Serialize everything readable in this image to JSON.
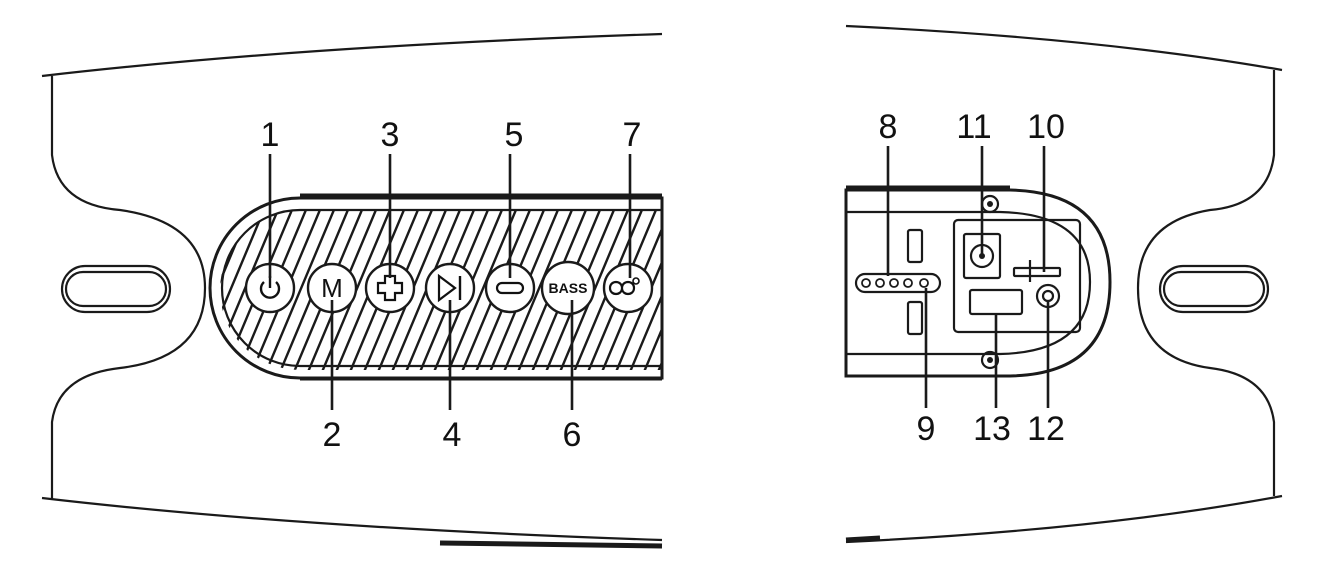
{
  "callouts": {
    "left": [
      {
        "number": "1",
        "part": "power-button"
      },
      {
        "number": "2",
        "part": "mode-button"
      },
      {
        "number": "3",
        "part": "volume-up-button"
      },
      {
        "number": "4",
        "part": "play-pause-button"
      },
      {
        "number": "5",
        "part": "volume-down-button"
      },
      {
        "number": "6",
        "part": "bass-button"
      },
      {
        "number": "7",
        "part": "tws-button"
      }
    ],
    "right": [
      {
        "number": "8",
        "part": "indicator-leds"
      },
      {
        "number": "9",
        "part": "led-end"
      },
      {
        "number": "10",
        "part": "card-slot"
      },
      {
        "number": "11",
        "part": "dc-jack"
      },
      {
        "number": "12",
        "part": "aux-jack"
      },
      {
        "number": "13",
        "part": "usb-port"
      }
    ]
  },
  "buttons": {
    "mode_letter": "M",
    "bass_label": "BASS"
  },
  "colors": {
    "line": "#1a1a1a",
    "background": "#ffffff"
  }
}
